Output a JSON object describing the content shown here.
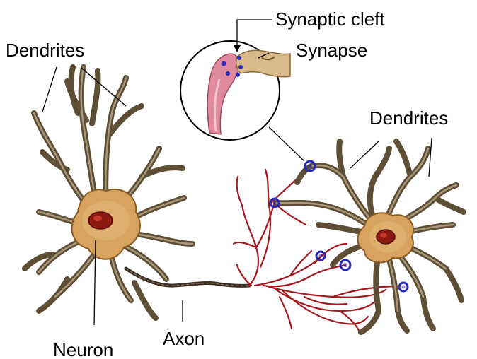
{
  "labels": {
    "dendrites_left": "Dendrites",
    "synaptic_cleft": "Synaptic cleft",
    "synapse": "Synapse",
    "dendrites_right": "Dendrites",
    "neuron": "Neuron",
    "axon": "Axon"
  },
  "colors": {
    "cell_body": "#d7a35f",
    "cell_body_edge": "#8a5a25",
    "dendrite": "#6b5a40",
    "dendrite_highlight": "#a8987a",
    "nucleus": "#8b1a10",
    "axon_terminals": "#a3191f",
    "synapse_marker": "#2a2ab8",
    "presynaptic_terminal": "#e08a9f",
    "postsynaptic_terminal": "#d9b98a"
  }
}
